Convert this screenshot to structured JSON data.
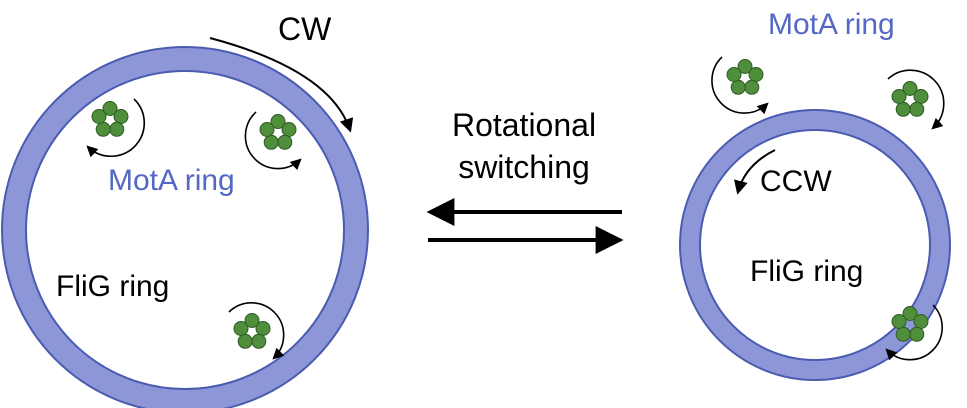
{
  "left": {
    "rotation_label": "CW",
    "mota_label": "MotA ring",
    "flig_label": "FliG ring"
  },
  "center": {
    "line1": "Rotational",
    "line2": "switching"
  },
  "right": {
    "mota_label": "MotA ring",
    "rotation_label": "CCW",
    "flig_label": "FliG ring"
  },
  "colors": {
    "ring": "#8d97d8",
    "ring_edge": "#4a5bb0",
    "label_blue": "#5468c4",
    "subunit": "#4f8e3b",
    "subunit_edge": "#2d5a22",
    "arrow": "#000000"
  }
}
